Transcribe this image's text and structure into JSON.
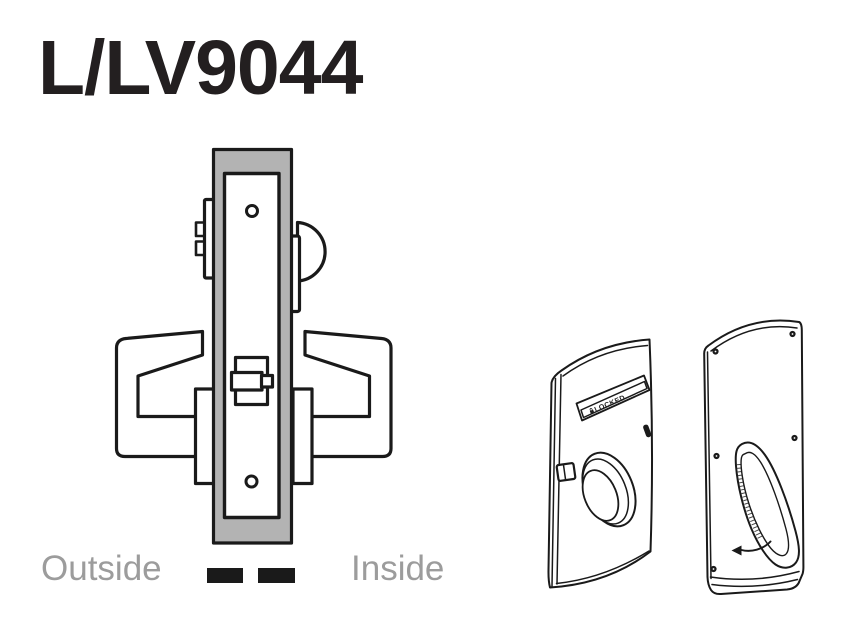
{
  "title": "L/LV9044",
  "labels": {
    "outside": "Outside",
    "inside": "Inside"
  },
  "plates": {
    "locked_label": "LOCKED",
    "locked_icon": "padlock-icon"
  },
  "colors": {
    "title_text": "#231f20",
    "case_fill": "#b3b3b3",
    "line": "#1a1a1a",
    "muted_label": "#9c9c9c",
    "indicator_text": "#1f1f1f"
  }
}
